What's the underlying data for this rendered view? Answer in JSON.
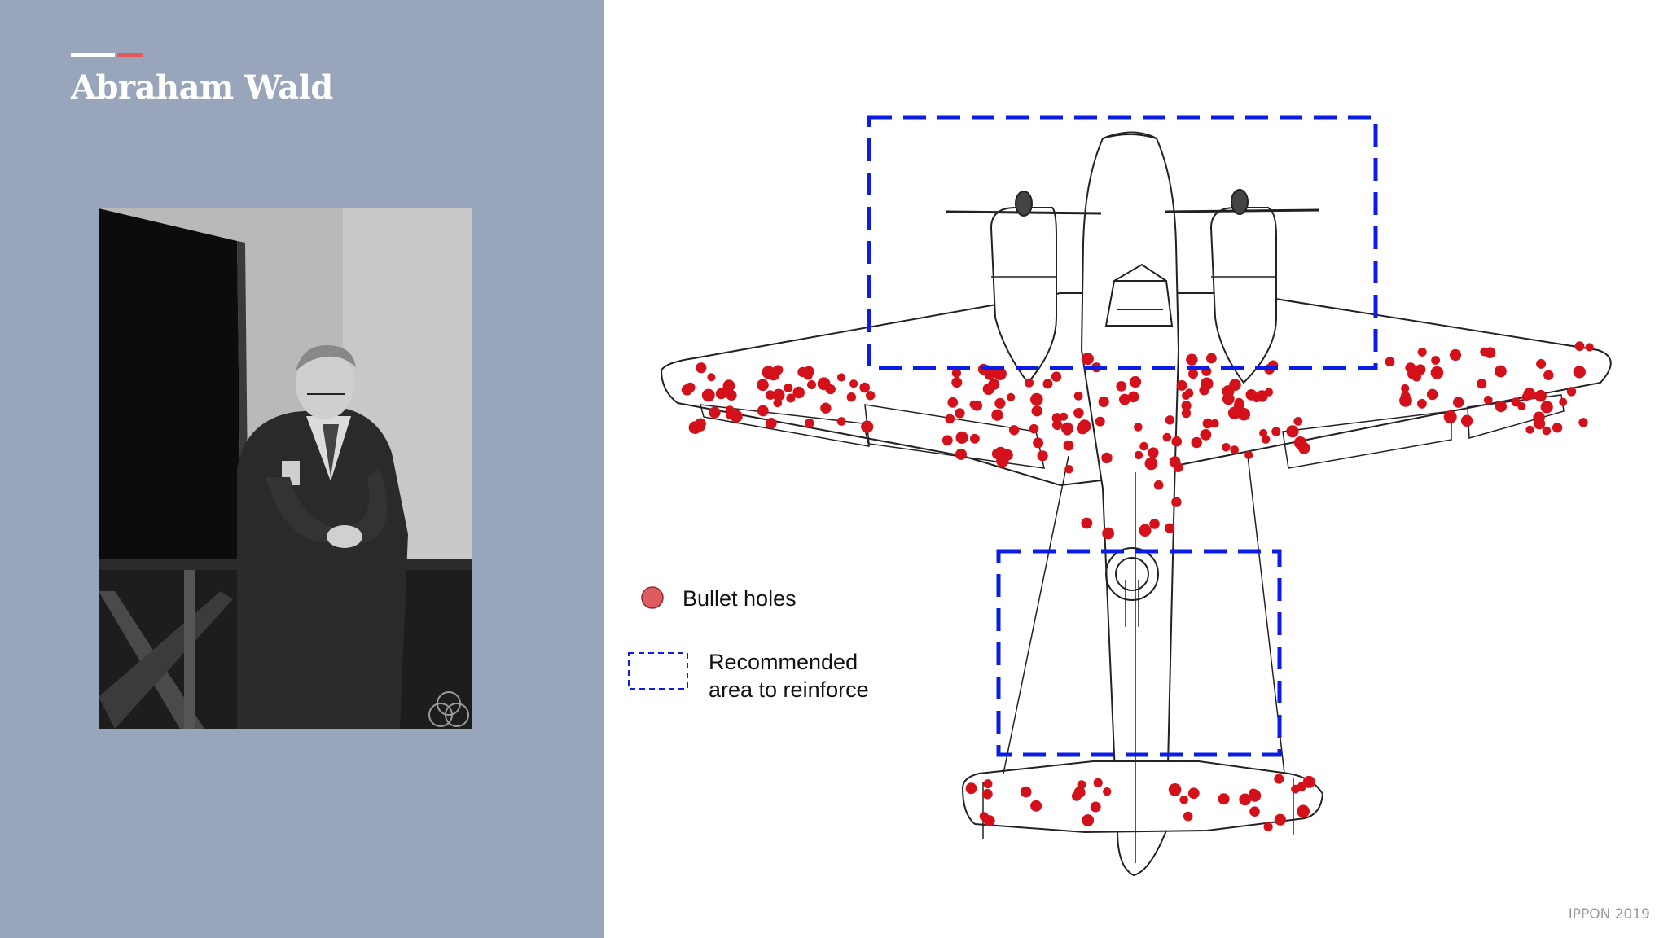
{
  "slide": {
    "title": "Abraham Wald",
    "footer": "IPPON 2019"
  },
  "legend": {
    "bullet_holes": "Bullet holes",
    "reinforce_line1": "Recommended",
    "reinforce_line2": "area to reinforce"
  },
  "colors": {
    "left_panel": "#98a5bb",
    "accent_red": "#e35a5a",
    "bullet_hole": "#d4111a",
    "reinforce_box": "#0a1ce6"
  }
}
